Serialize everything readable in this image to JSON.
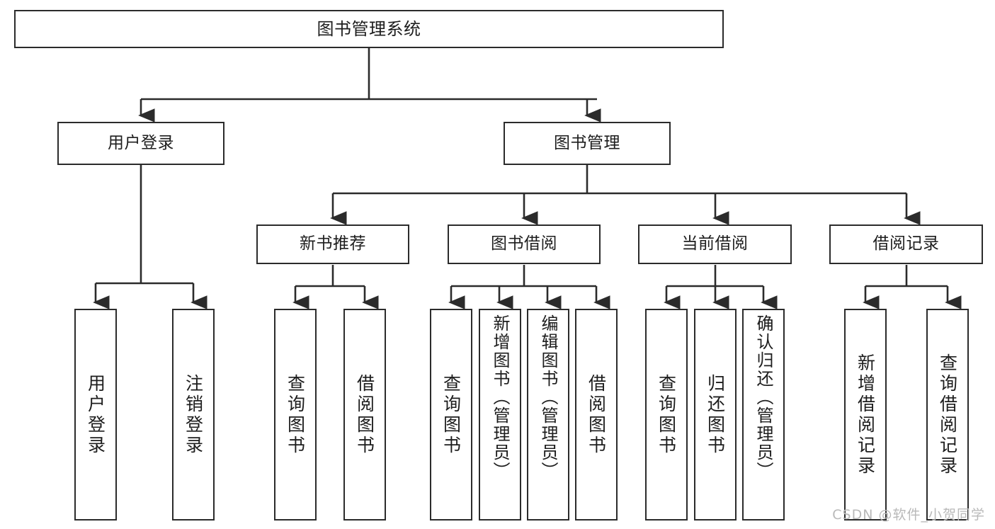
{
  "diagram": {
    "title": "图书管理系统",
    "type": "tree",
    "root": {
      "label": "图书管理系统"
    },
    "level2": [
      {
        "label": "用户登录"
      },
      {
        "label": "图书管理"
      }
    ],
    "level3": [
      {
        "label": "新书推荐"
      },
      {
        "label": "图书借阅"
      },
      {
        "label": "当前借阅"
      },
      {
        "label": "借阅记录"
      }
    ],
    "leaves": {
      "user_login": [
        {
          "label": "用户登录"
        },
        {
          "label": "注销登录"
        }
      ],
      "new_book_recommend": [
        {
          "label": "查询图书"
        },
        {
          "label": "借阅图书"
        }
      ],
      "book_borrow": [
        {
          "label": "查询图书"
        },
        {
          "label": "新增图书（管理员）"
        },
        {
          "label": "编辑图书（管理员）"
        },
        {
          "label": "借阅图书"
        }
      ],
      "current_borrow": [
        {
          "label": "查询图书"
        },
        {
          "label": "归还图书"
        },
        {
          "label": "确认归还（管理员）"
        }
      ],
      "borrow_record": [
        {
          "label": "新增借阅记录"
        },
        {
          "label": "查询借阅记录"
        }
      ]
    }
  },
  "watermark": {
    "text": "CSDN @软件_小贺同学"
  },
  "colors": {
    "border": "#2b2b2b",
    "background": "#ffffff",
    "text": "#1d1d1d",
    "watermark": "#b9b9b9"
  }
}
